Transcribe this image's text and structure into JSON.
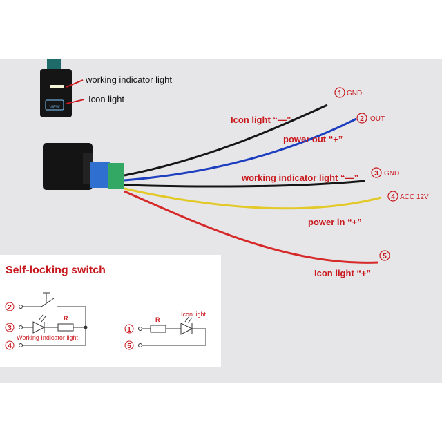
{
  "inset": {
    "working_indicator_light": "working indicator light",
    "icon_light": "Icon light",
    "switch_face_text": "VIEW"
  },
  "pins": [
    {
      "number": "1",
      "label": "GND"
    },
    {
      "number": "2",
      "label": "OUT"
    },
    {
      "number": "3",
      "label": "GND"
    },
    {
      "number": "4",
      "label": "ACC 12V"
    },
    {
      "number": "5",
      "label": ""
    }
  ],
  "wire_labels": {
    "icon_light_minus": "Icon light “—”",
    "power_out_plus": "power out “+”",
    "working_indicator_minus": "working indicator light “—”",
    "power_in_plus": "power in “+”",
    "icon_light_plus": "Icon light “+”"
  },
  "schematic": {
    "title": "Self-locking switch",
    "resistor": "R",
    "working_indicator_label": "Working Indicator light",
    "icon_light_label": "Icon light",
    "left_pins": [
      "2",
      "3",
      "4"
    ],
    "right_pins": [
      "1",
      "5"
    ]
  },
  "colors": {
    "background": "#e6e6e8",
    "label_red": "#c8191e",
    "wire_black": "#151515",
    "wire_blue": "#1d3fbf",
    "wire_yellow": "#e2c927",
    "wire_red": "#d62a2a"
  }
}
